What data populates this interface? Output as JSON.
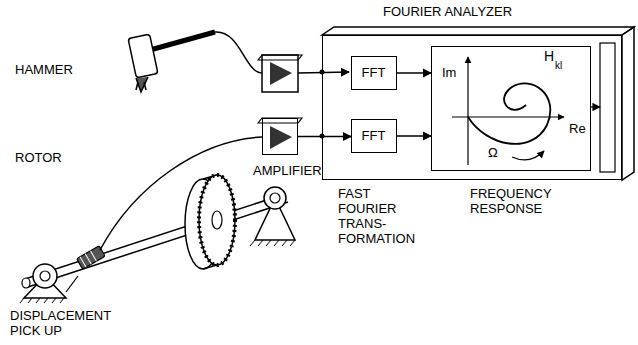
{
  "diagram": {
    "nodes": [
      {
        "text": [
          "FOURIER ANALYZER"
        ]
      },
      {
        "text": [
          "FFT"
        ],
        "in": 0
      },
      {
        "text": [
          "FFT"
        ],
        "in": 0
      },
      {
        "text": [
          "Im",
          "H",
          "kl",
          "Re",
          "Ω"
        ],
        "in": 0
      },
      {
        "text": [
          "AMPLIFIER"
        ]
      }
    ],
    "edges": [
      {
        "from": 1,
        "to": 3,
        "arrow": "to"
      },
      {
        "from": 2,
        "to": 3,
        "arrow": "to"
      },
      {
        "from": 4,
        "to": 2,
        "arrow": "to"
      }
    ],
    "labels": [
      "HAMMER",
      "ROTOR",
      "DISPLACEMENT PICK UP",
      "FAST FOURIER TRANS- FORMATION",
      "FREQUENCY RESPONSE"
    ]
  }
}
